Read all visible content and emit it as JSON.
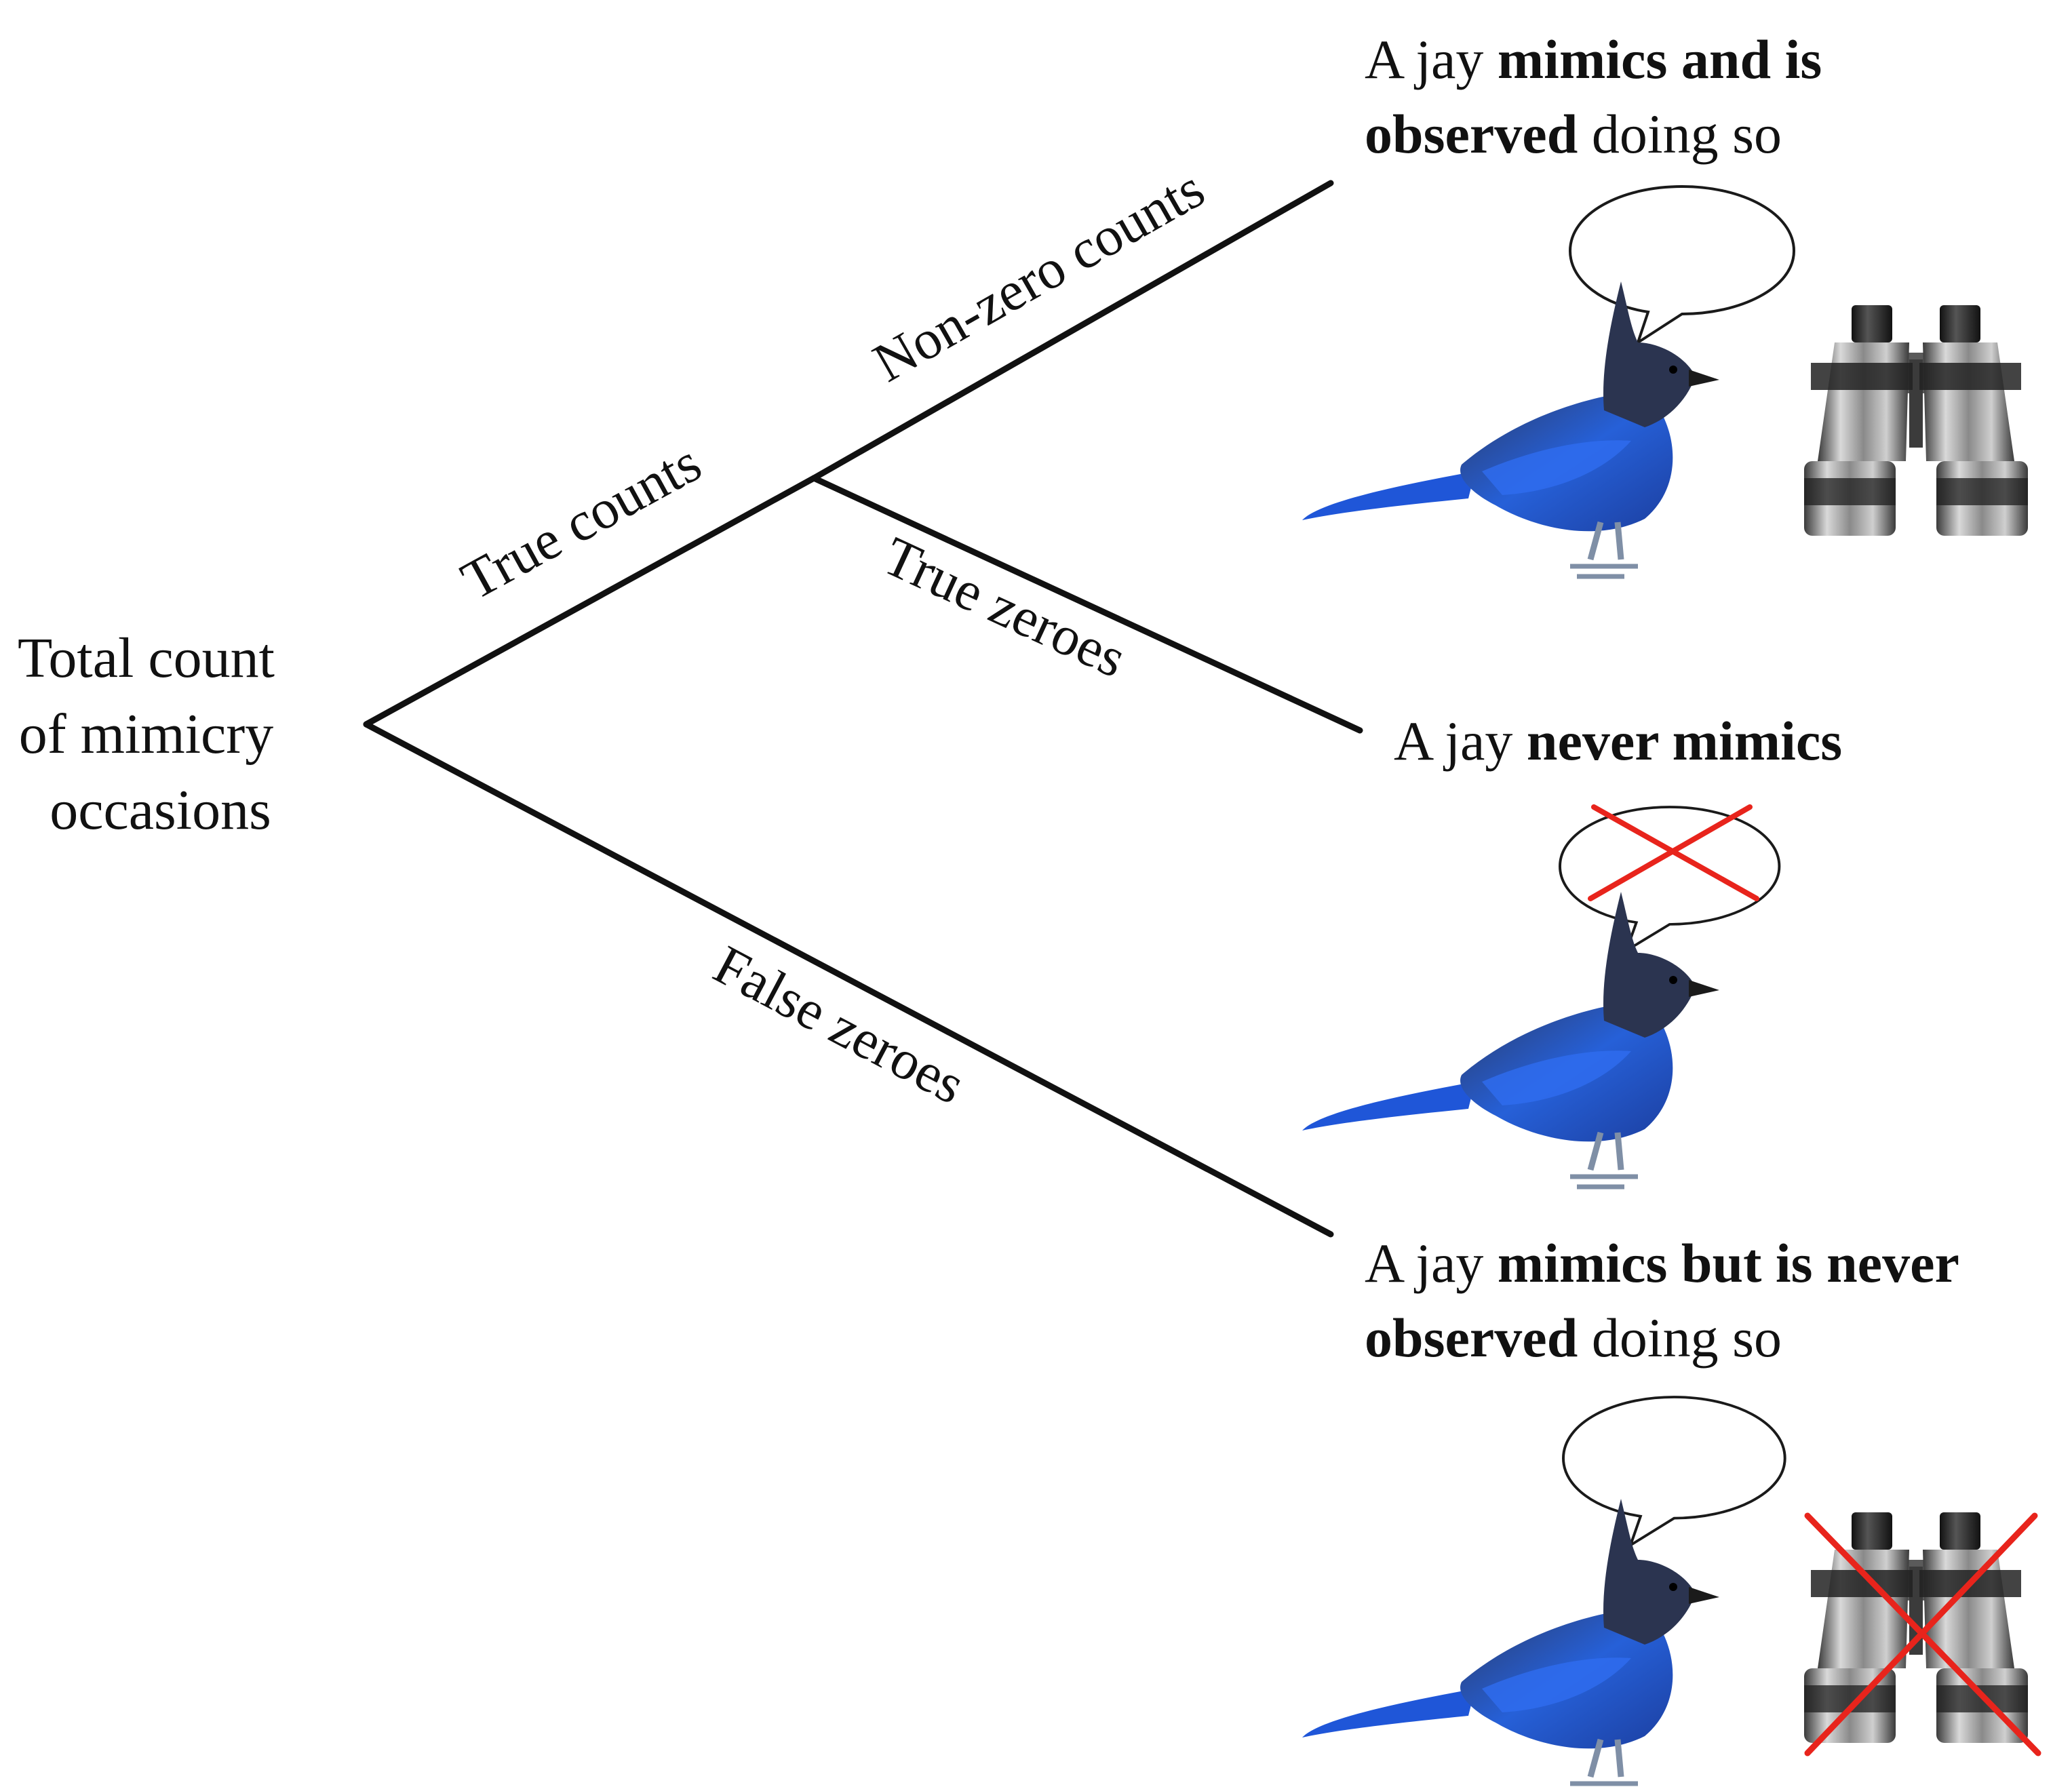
{
  "root": {
    "lines": [
      "Total count",
      "of mimicry",
      "occasions"
    ]
  },
  "branches": {
    "true_counts": "True counts",
    "false_zeroes": "False zeroes",
    "non_zero_counts": "Non-zero counts",
    "true_zeroes": "True zeroes"
  },
  "outcomes": {
    "observed": {
      "line1_plain": "A jay ",
      "line1_bold": "mimics and is",
      "line2_bold": "observed",
      "line2_plain": " doing so"
    },
    "never_mimics": {
      "plain": "A jay ",
      "bold": "never mimics"
    },
    "unobserved": {
      "line1_plain": "A jay ",
      "line1_bold": "mimics but is never",
      "line2_bold": "observed",
      "line2_plain": " doing so"
    }
  },
  "icons": {
    "bird": "steller-jay-icon",
    "bubble": "speech-bubble-icon",
    "binoculars": "binoculars-icon",
    "cross": "red-cross-icon"
  },
  "colors": {
    "line": "#111111",
    "cross": "#e8241c",
    "jay_body": "#2a62d6",
    "jay_head": "#2b3450",
    "binocular_metal": "#8e8e8e",
    "binocular_dark": "#2a2a2a"
  }
}
